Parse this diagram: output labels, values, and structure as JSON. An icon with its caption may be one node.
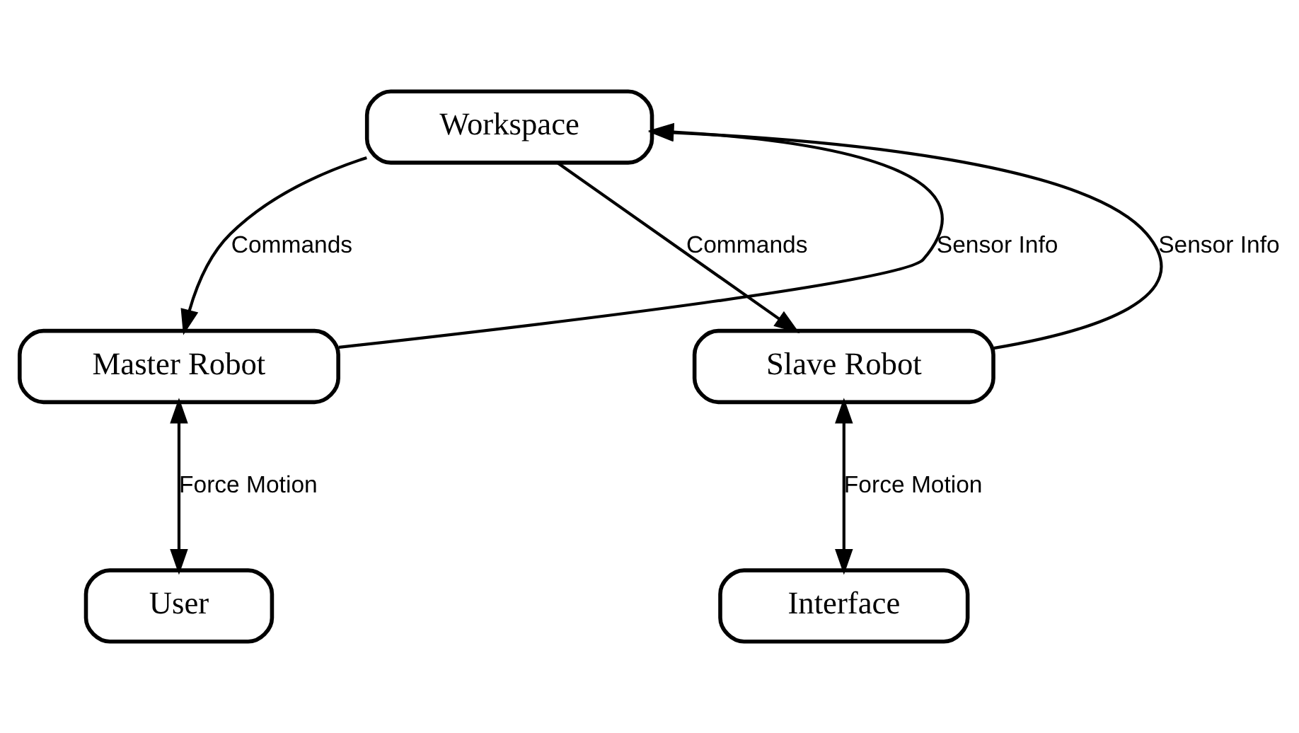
{
  "diagram": {
    "nodes": [
      {
        "text": [
          "Workspace"
        ]
      },
      {
        "text": [
          "Master Robot"
        ]
      },
      {
        "text": [
          "Slave Robot"
        ]
      },
      {
        "text": [
          "User"
        ]
      },
      {
        "text": [
          "Interface"
        ]
      }
    ],
    "edges": [
      {
        "from": 1,
        "to": 0,
        "arrow": "to",
        "label": "Sensor Info"
      },
      {
        "from": 0,
        "to": 1,
        "arrow": "to",
        "label": "Commands"
      },
      {
        "from": 0,
        "to": 2,
        "arrow": "to",
        "label": "Commands"
      },
      {
        "from": 2,
        "to": 0,
        "arrow": "to",
        "label": "Sensor Info"
      },
      {
        "from": 1,
        "to": 3,
        "arrow": "both",
        "label": "Force Motion"
      },
      {
        "from": 2,
        "to": 4,
        "arrow": "both",
        "label": "Force Motion"
      }
    ]
  }
}
